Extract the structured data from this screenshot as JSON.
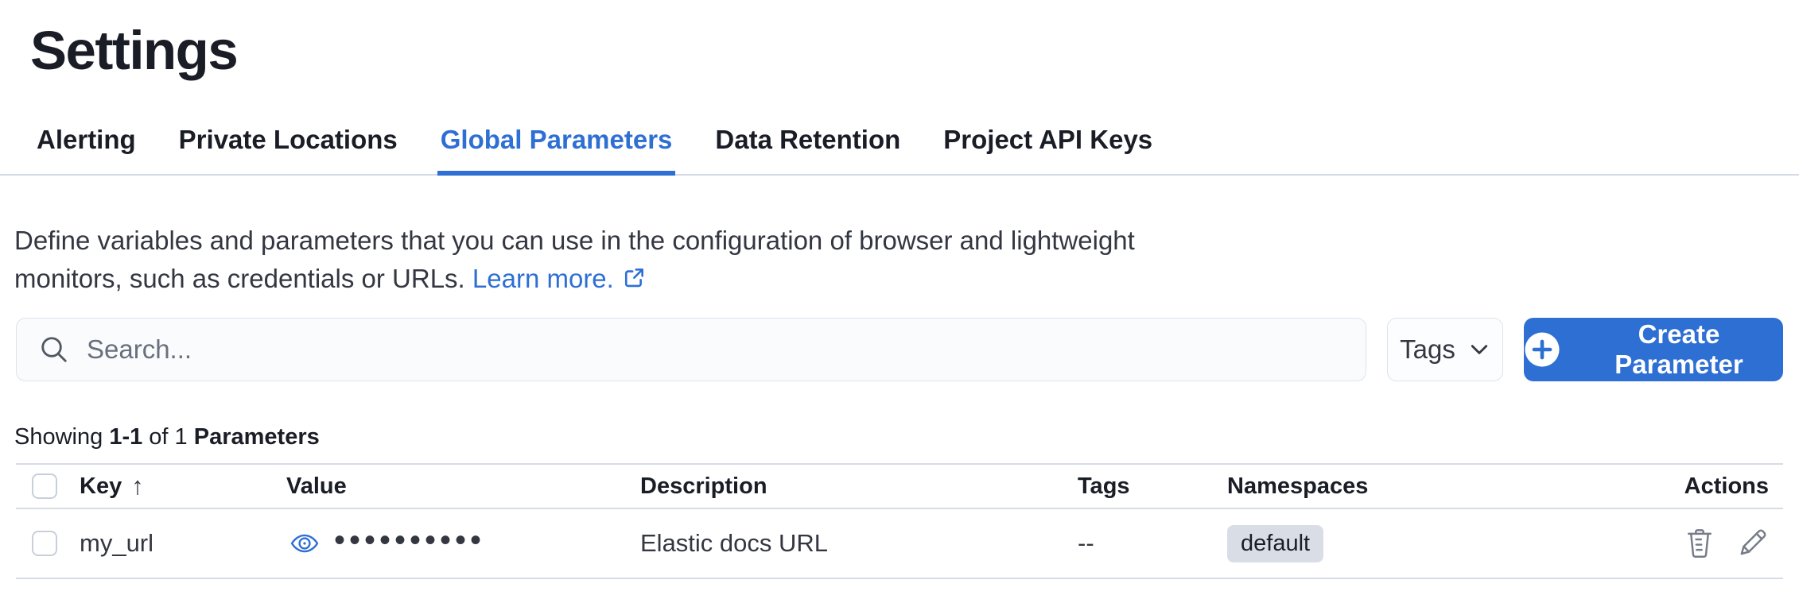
{
  "page": {
    "title": "Settings"
  },
  "tabs": [
    {
      "label": "Alerting",
      "active": false
    },
    {
      "label": "Private Locations",
      "active": false
    },
    {
      "label": "Global Parameters",
      "active": true
    },
    {
      "label": "Data Retention",
      "active": false
    },
    {
      "label": "Project API Keys",
      "active": false
    }
  ],
  "description": {
    "text": "Define variables and parameters that you can use in the configuration of browser and lightweight monitors, such as credentials or URLs.",
    "link_label": "Learn more."
  },
  "toolbar": {
    "search_placeholder": "Search...",
    "tags_label": "Tags",
    "create_label": "Create Parameter"
  },
  "summary": {
    "prefix": "Showing",
    "range": "1-1",
    "of": "of 1",
    "unit": "Parameters"
  },
  "table": {
    "columns": {
      "key": "Key",
      "value": "Value",
      "description": "Description",
      "tags": "Tags",
      "namespaces": "Namespaces",
      "actions": "Actions"
    },
    "sort": {
      "column": "Key",
      "direction": "ascending",
      "arrow": "↑"
    },
    "rows": [
      {
        "key": "my_url",
        "value_masked": "••••••••••",
        "description": "Elastic docs URL",
        "tags": "--",
        "namespace": "default"
      }
    ]
  },
  "icons": {
    "search": "magnifier",
    "tags_dropdown": "chevron-down",
    "create": "plus-in-circle",
    "learn_more": "external-link",
    "reveal_value": "eye",
    "delete": "trash",
    "edit": "pencil",
    "sort": "arrow-up"
  },
  "colors": {
    "primary": "#2e6fd4",
    "heading_text": "#1a1d26",
    "body_text": "#343741",
    "subdued_text": "#69707d",
    "border": "#d3dae6",
    "badge_bg": "#d9dde6"
  }
}
